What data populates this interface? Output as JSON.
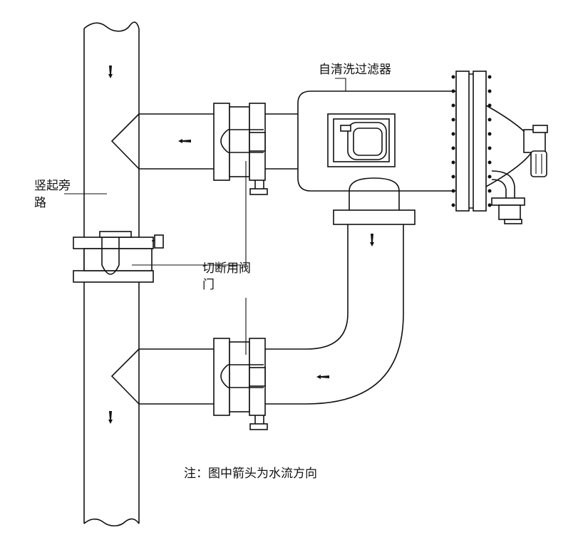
{
  "labels": {
    "filter": "自清洗过滤器",
    "bypass_line1": "竖起旁",
    "bypass_line2": "路",
    "valve_line1": "切断用阀",
    "valve_line2": "门",
    "note": "注：图中箭头为水流方向"
  }
}
